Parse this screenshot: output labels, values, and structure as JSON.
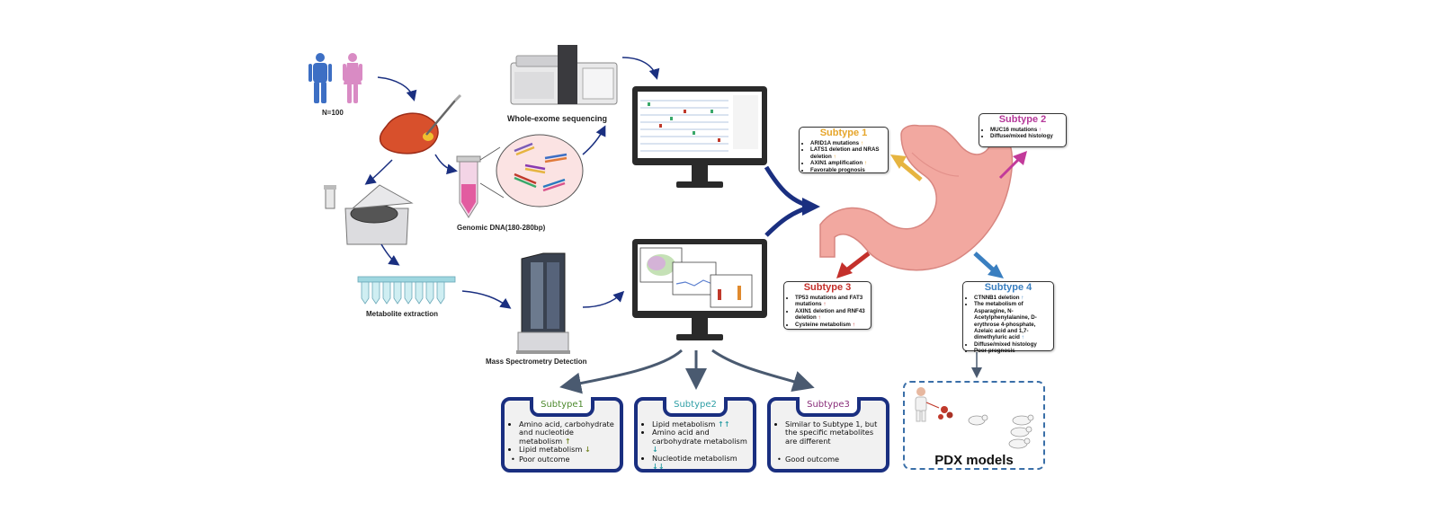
{
  "labels": {
    "cohort": "N=100",
    "wes": "Whole-exome sequencing",
    "dna": "Genomic DNA(180-280bp)",
    "metabolite": "Metabolite extraction",
    "mass_spec": "Mass Spectrometry Detection",
    "pdx": "PDX models"
  },
  "genomic_subtypes": [
    {
      "title": "Subtype 1",
      "color": "#e6a52a",
      "items": [
        {
          "text": "ARID1A mutations",
          "mark": "↑",
          "mark_color": "#e6a52a"
        },
        {
          "text": "LATS1 deletion and NRAS deletion",
          "mark": "↑",
          "mark_color": "#e6a52a"
        },
        {
          "text": "AXIN1 amplification",
          "mark": "↑",
          "mark_color": "#e6a52a"
        },
        {
          "text": "Favorable prognosis",
          "mark": "",
          "mark_color": ""
        }
      ]
    },
    {
      "title": "Subtype 2",
      "color": "#b5399a",
      "items": [
        {
          "text": "MUC16 mutations",
          "mark": "↑",
          "mark_color": "#b5399a"
        },
        {
          "text": "Diffuse/mixed histology",
          "mark": "",
          "mark_color": ""
        }
      ]
    },
    {
      "title": "Subtype 3",
      "color": "#c4302b",
      "items": [
        {
          "text": "TP53 mutations and FAT3 mutations",
          "mark": "↑",
          "mark_color": "#c4302b"
        },
        {
          "text": "AXIN1 deletion and RNF43 deletion",
          "mark": "↑",
          "mark_color": "#c4302b"
        },
        {
          "text": "Cysteine metabolism",
          "mark": "↑",
          "mark_color": "#c4302b"
        }
      ]
    },
    {
      "title": "Subtype 4",
      "color": "#3a7fc0",
      "items": [
        {
          "text": "CTNNB1 deletion",
          "mark": "↑",
          "mark_color": "#3a7fc0"
        },
        {
          "text": "The metabolism of Asparagine, N-Acetylphenylalanine, D-erythrose 4-phosphate, Azelaic acid and 1,7-dimethyluric acid",
          "mark": "↑",
          "mark_color": "#3a7fc0"
        },
        {
          "text": "Diffuse/mixed histology",
          "mark": "",
          "mark_color": ""
        },
        {
          "text": "Poor prognosis",
          "mark": "",
          "mark_color": ""
        }
      ]
    }
  ],
  "metabolic_subtypes": [
    {
      "title": "Subtype1",
      "color": "#4e8a2e",
      "items": [
        {
          "text": "Amino acid, carbohydrate and nucleotide metabolism",
          "mark": "↑",
          "mark_color": "#7a8a2e"
        },
        {
          "text": "Lipid metabolism",
          "mark": "↓",
          "mark_color": "#7a8a2e"
        }
      ],
      "outcome": "Poor outcome"
    },
    {
      "title": "Subtype2",
      "color": "#2f9fa6",
      "items": [
        {
          "text": "Lipid metabolism",
          "mark": "↑↑",
          "mark_color": "#2f9fa6"
        },
        {
          "text": "Amino acid and carbohydrate metabolism",
          "mark": "↓",
          "mark_color": "#2f9fa6"
        },
        {
          "text": "Nucleotide metabolism",
          "mark": "↓↓",
          "mark_color": "#2f9fa6"
        }
      ],
      "outcome": ""
    },
    {
      "title": "Subtype3",
      "color": "#8a2e7a",
      "items": [
        {
          "text": "Similar to Subtype 1, but the specific metabolites are different",
          "mark": "",
          "mark_color": ""
        }
      ],
      "outcome": "Good outcome"
    }
  ],
  "colors": {
    "navy": "#1a2f80",
    "stomach": "#f2a8a0",
    "pdx_border": "#3a6fa8",
    "male": "#3d6fc4",
    "female": "#d98bc4"
  },
  "icons": [
    "male-figure-icon",
    "female-figure-icon",
    "stomach-biopsy-icon",
    "sequencer-icon",
    "computer-monitor-icon",
    "dna-fragments-icon",
    "tube-icon",
    "centrifuge-icon",
    "tube-rack-icon",
    "mass-spectrometer-icon",
    "stomach-icon",
    "mouse-icon",
    "patient-icon"
  ]
}
